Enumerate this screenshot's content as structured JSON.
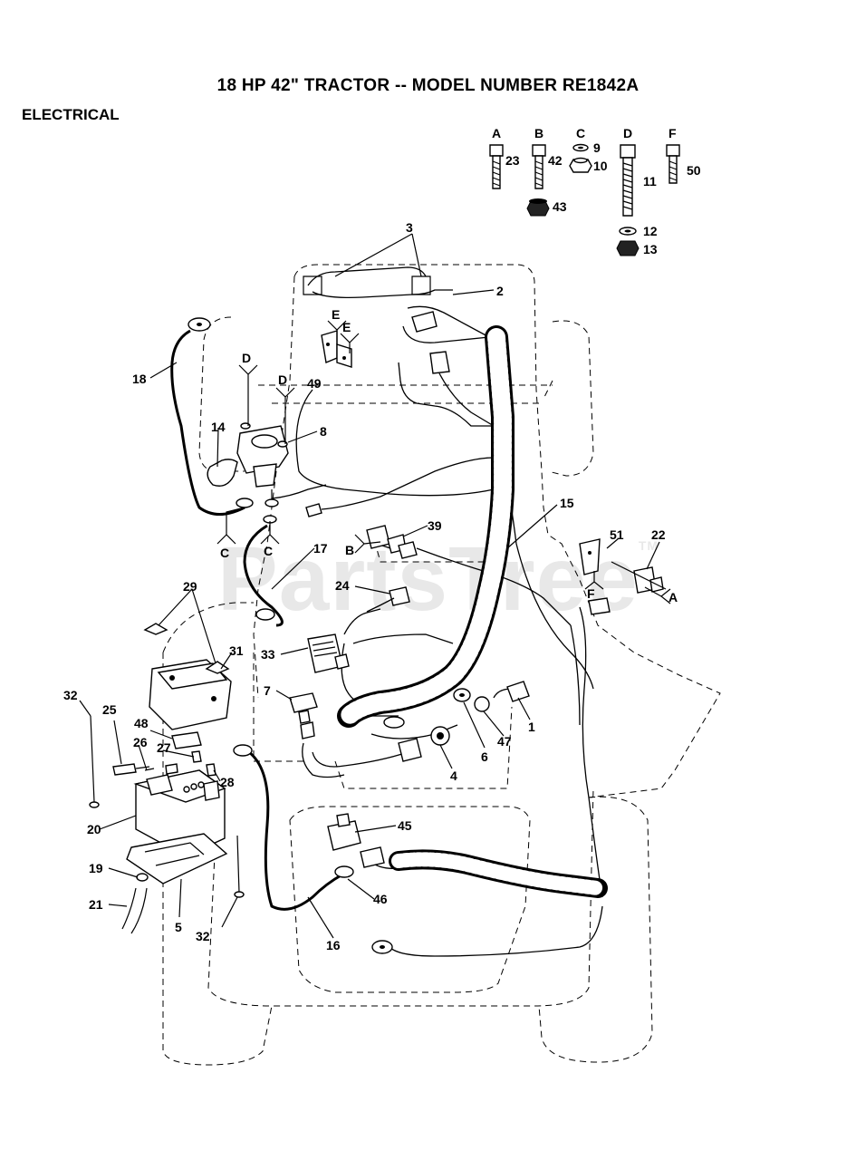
{
  "title": "18 HP 42\" TRACTOR -- MODEL NUMBER RE1842A",
  "section": "ELECTRICAL",
  "watermark": "PartsTree",
  "watermark_tm": "TM",
  "hardware_letters": [
    "A",
    "B",
    "C",
    "D",
    "F"
  ],
  "callouts": [
    "1",
    "2",
    "3",
    "4",
    "5",
    "6",
    "7",
    "8",
    "9",
    "10",
    "11",
    "12",
    "13",
    "14",
    "15",
    "16",
    "17",
    "18",
    "19",
    "20",
    "21",
    "22",
    "23",
    "24",
    "25",
    "26",
    "27",
    "28",
    "29",
    "31",
    "32",
    "32",
    "33",
    "39",
    "42",
    "43",
    "45",
    "46",
    "47",
    "48",
    "49",
    "50",
    "51",
    "E",
    "E",
    "D",
    "D",
    "C",
    "C",
    "B",
    "A",
    "F"
  ]
}
